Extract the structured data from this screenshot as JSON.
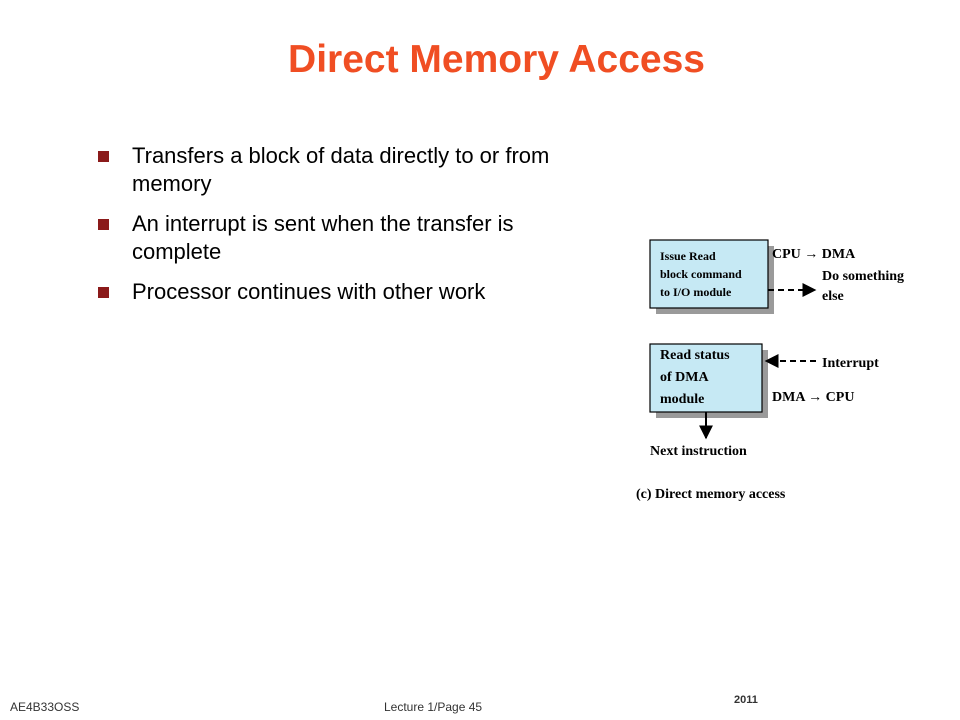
{
  "slide": {
    "title": "Direct Memory Access",
    "bullets": [
      "Transfers a block of data directly to or from memory",
      "An interrupt is sent when the transfer is complete",
      "Processor continues with other work"
    ]
  },
  "diagram": {
    "box1": [
      "Issue Read",
      "block command",
      "to I/O module"
    ],
    "label_cpu_dma": "CPU → DMA",
    "label_do_something": [
      "Do something",
      "else"
    ],
    "box2": [
      "Read status",
      "of DMA",
      "module"
    ],
    "label_interrupt": "Interrupt",
    "label_dma_cpu": "DMA → CPU",
    "next_instruction": "Next instruction",
    "caption": "(c) Direct memory access"
  },
  "footer": {
    "course": "AE4B33OSS",
    "page": "Lecture 1/Page 45",
    "year": "2011"
  },
  "colors": {
    "title": "#f04e23",
    "bullet": "#8b1a1a",
    "box_fill": "#c6e9f4",
    "box_shadow": "#9a9a9a"
  }
}
